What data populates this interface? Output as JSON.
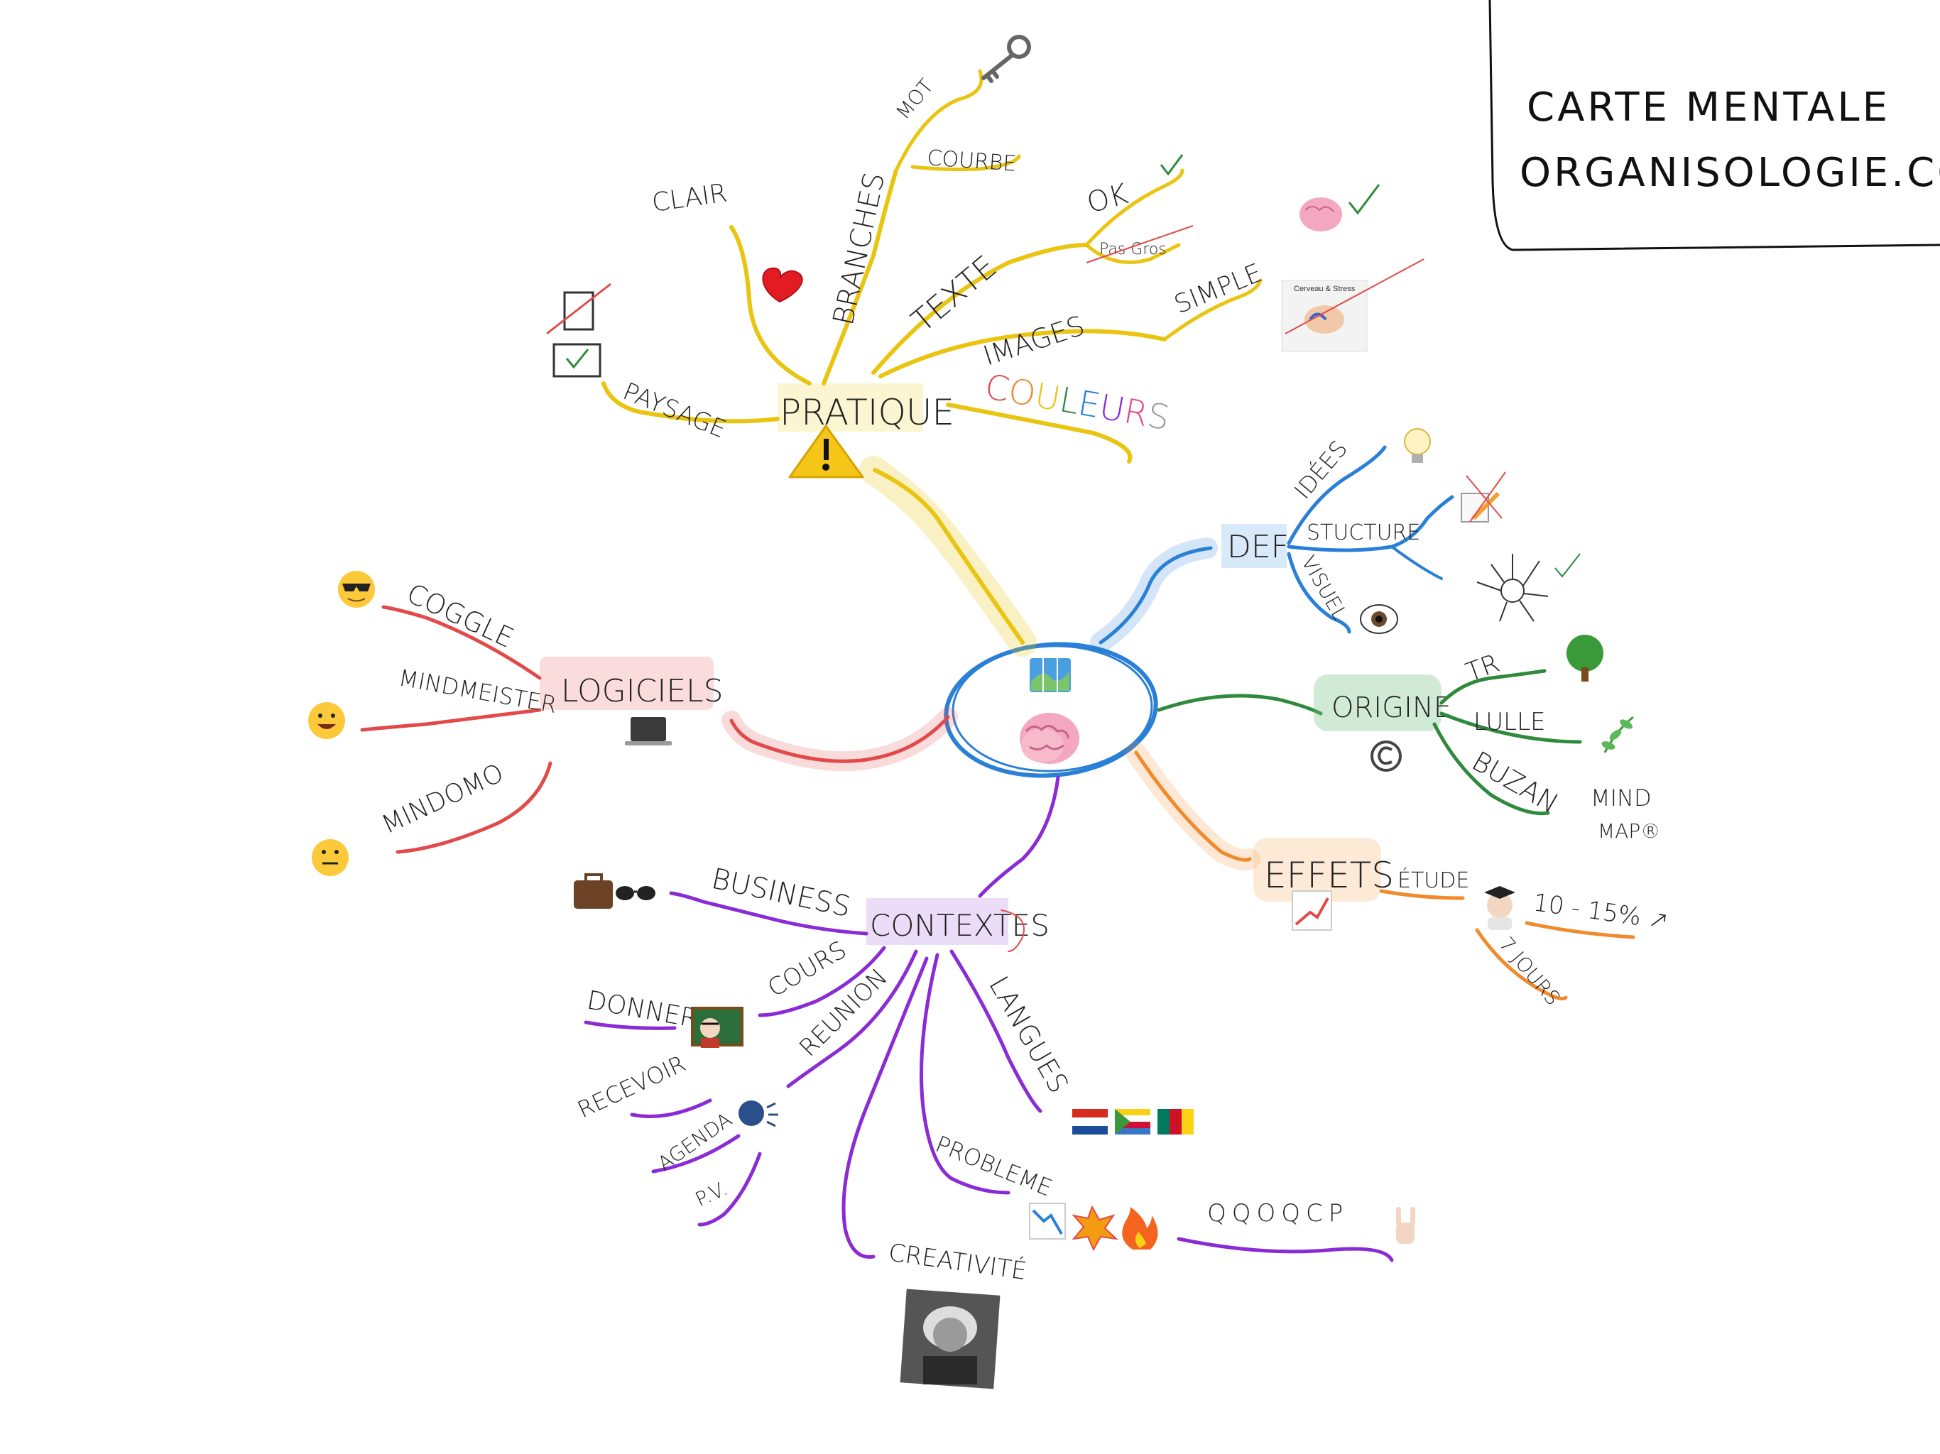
{
  "title": {
    "line1": "CARTE MENTALE",
    "line2": "ORGANISOLOGIE.COM"
  },
  "colors": {
    "yellow": "#e9c512",
    "blue": "#2a7fd6",
    "green": "#2f8a3c",
    "orange": "#f08a2c",
    "purple": "#8a2bd6",
    "red": "#e24a4a"
  },
  "center": {
    "icons": [
      "map-icon",
      "brain-icon"
    ]
  },
  "branches": {
    "pratique": {
      "label": "PRATIQUE",
      "paysage": "PAYSAGE",
      "clair": "CLAIR",
      "branches": "BRANCHES",
      "mot": "MOT",
      "courbe": "COURBE",
      "texte": "TEXTE",
      "ok": "OK",
      "pas_gros": "Pas Gros",
      "images": "IMAGES",
      "simple": "SIMPLE",
      "couleurs": "COULEURS",
      "image_caption": "Cerveau & Stress"
    },
    "def": {
      "label": "DEF",
      "idees": "IDÉES",
      "structure": "STUCTURE",
      "visuel": "VISUEL"
    },
    "origine": {
      "label": "ORIGINE",
      "tr": "TR",
      "lulle": "LULLE",
      "buzan": "BUZAN",
      "mind": "MIND",
      "map": "MAP®"
    },
    "effets": {
      "label": "EFFETS",
      "etude": "ÉTUDE",
      "percent": "10 - 15% ↗",
      "jours": "7 JOURS"
    },
    "contextes": {
      "label": "CONTEXTES",
      "business": "BUSINESS",
      "cours": "COURS",
      "donner": "DONNER",
      "reunion": "REUNION",
      "recevoir": "RECEVOIR",
      "agenda": "AGENDA",
      "pv": "P.V.",
      "langues": "LANGUES",
      "probleme": "PROBLEME",
      "qqoqcp": "QQOQCP",
      "creativite": "CREATIVITÉ"
    },
    "logiciels": {
      "label": "LOGICIELS",
      "coggle": "COGGLE",
      "mindmeister": "MINDMEISTER",
      "mindomo": "MINDOMO"
    }
  }
}
